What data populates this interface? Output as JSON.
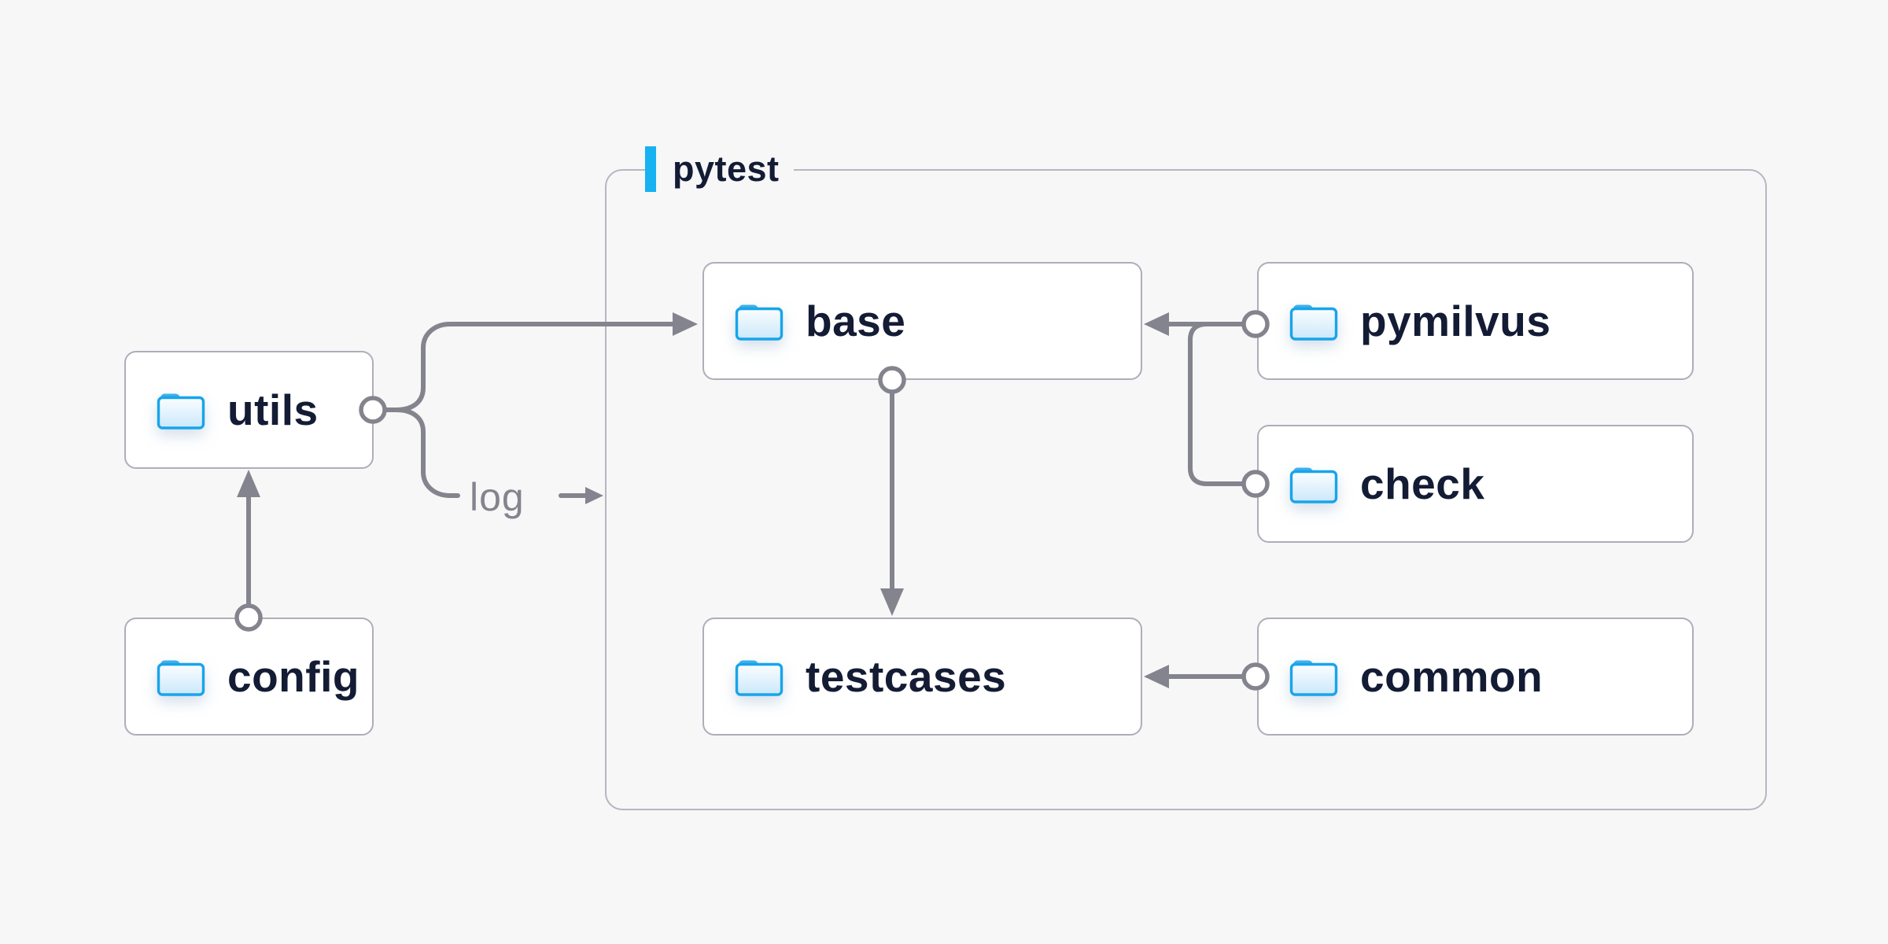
{
  "diagram": {
    "container": {
      "label": "pytest"
    },
    "nodes": [
      {
        "id": "utils",
        "label": "utils"
      },
      {
        "id": "config",
        "label": "config"
      },
      {
        "id": "base",
        "label": "base"
      },
      {
        "id": "testcases",
        "label": "testcases"
      },
      {
        "id": "pymilvus",
        "label": "pymilvus"
      },
      {
        "id": "check",
        "label": "check"
      },
      {
        "id": "common",
        "label": "common"
      }
    ],
    "edge_label": {
      "text": "log"
    },
    "edges": [
      {
        "from": "config",
        "to": "utils",
        "style": "arrow"
      },
      {
        "from": "utils",
        "to": "base",
        "style": "arrow"
      },
      {
        "from": "utils",
        "to": "log",
        "style": "labeled-arrow"
      },
      {
        "from": "base",
        "to": "testcases",
        "style": "arrow"
      },
      {
        "from": "pymilvus",
        "to": "base",
        "style": "arrow"
      },
      {
        "from": "check",
        "to": "base",
        "style": "arrow"
      },
      {
        "from": "common",
        "to": "testcases",
        "style": "arrow"
      }
    ],
    "colors": {
      "background": "#f7f7f8",
      "node_background": "#ffffff",
      "node_border": "#adaeb9",
      "container_border": "#b6b6c1",
      "connector": "#84848e",
      "label_text": "#131c34",
      "accent_blue": "#16b2f2",
      "folder_blue": "#18a4eb"
    }
  }
}
